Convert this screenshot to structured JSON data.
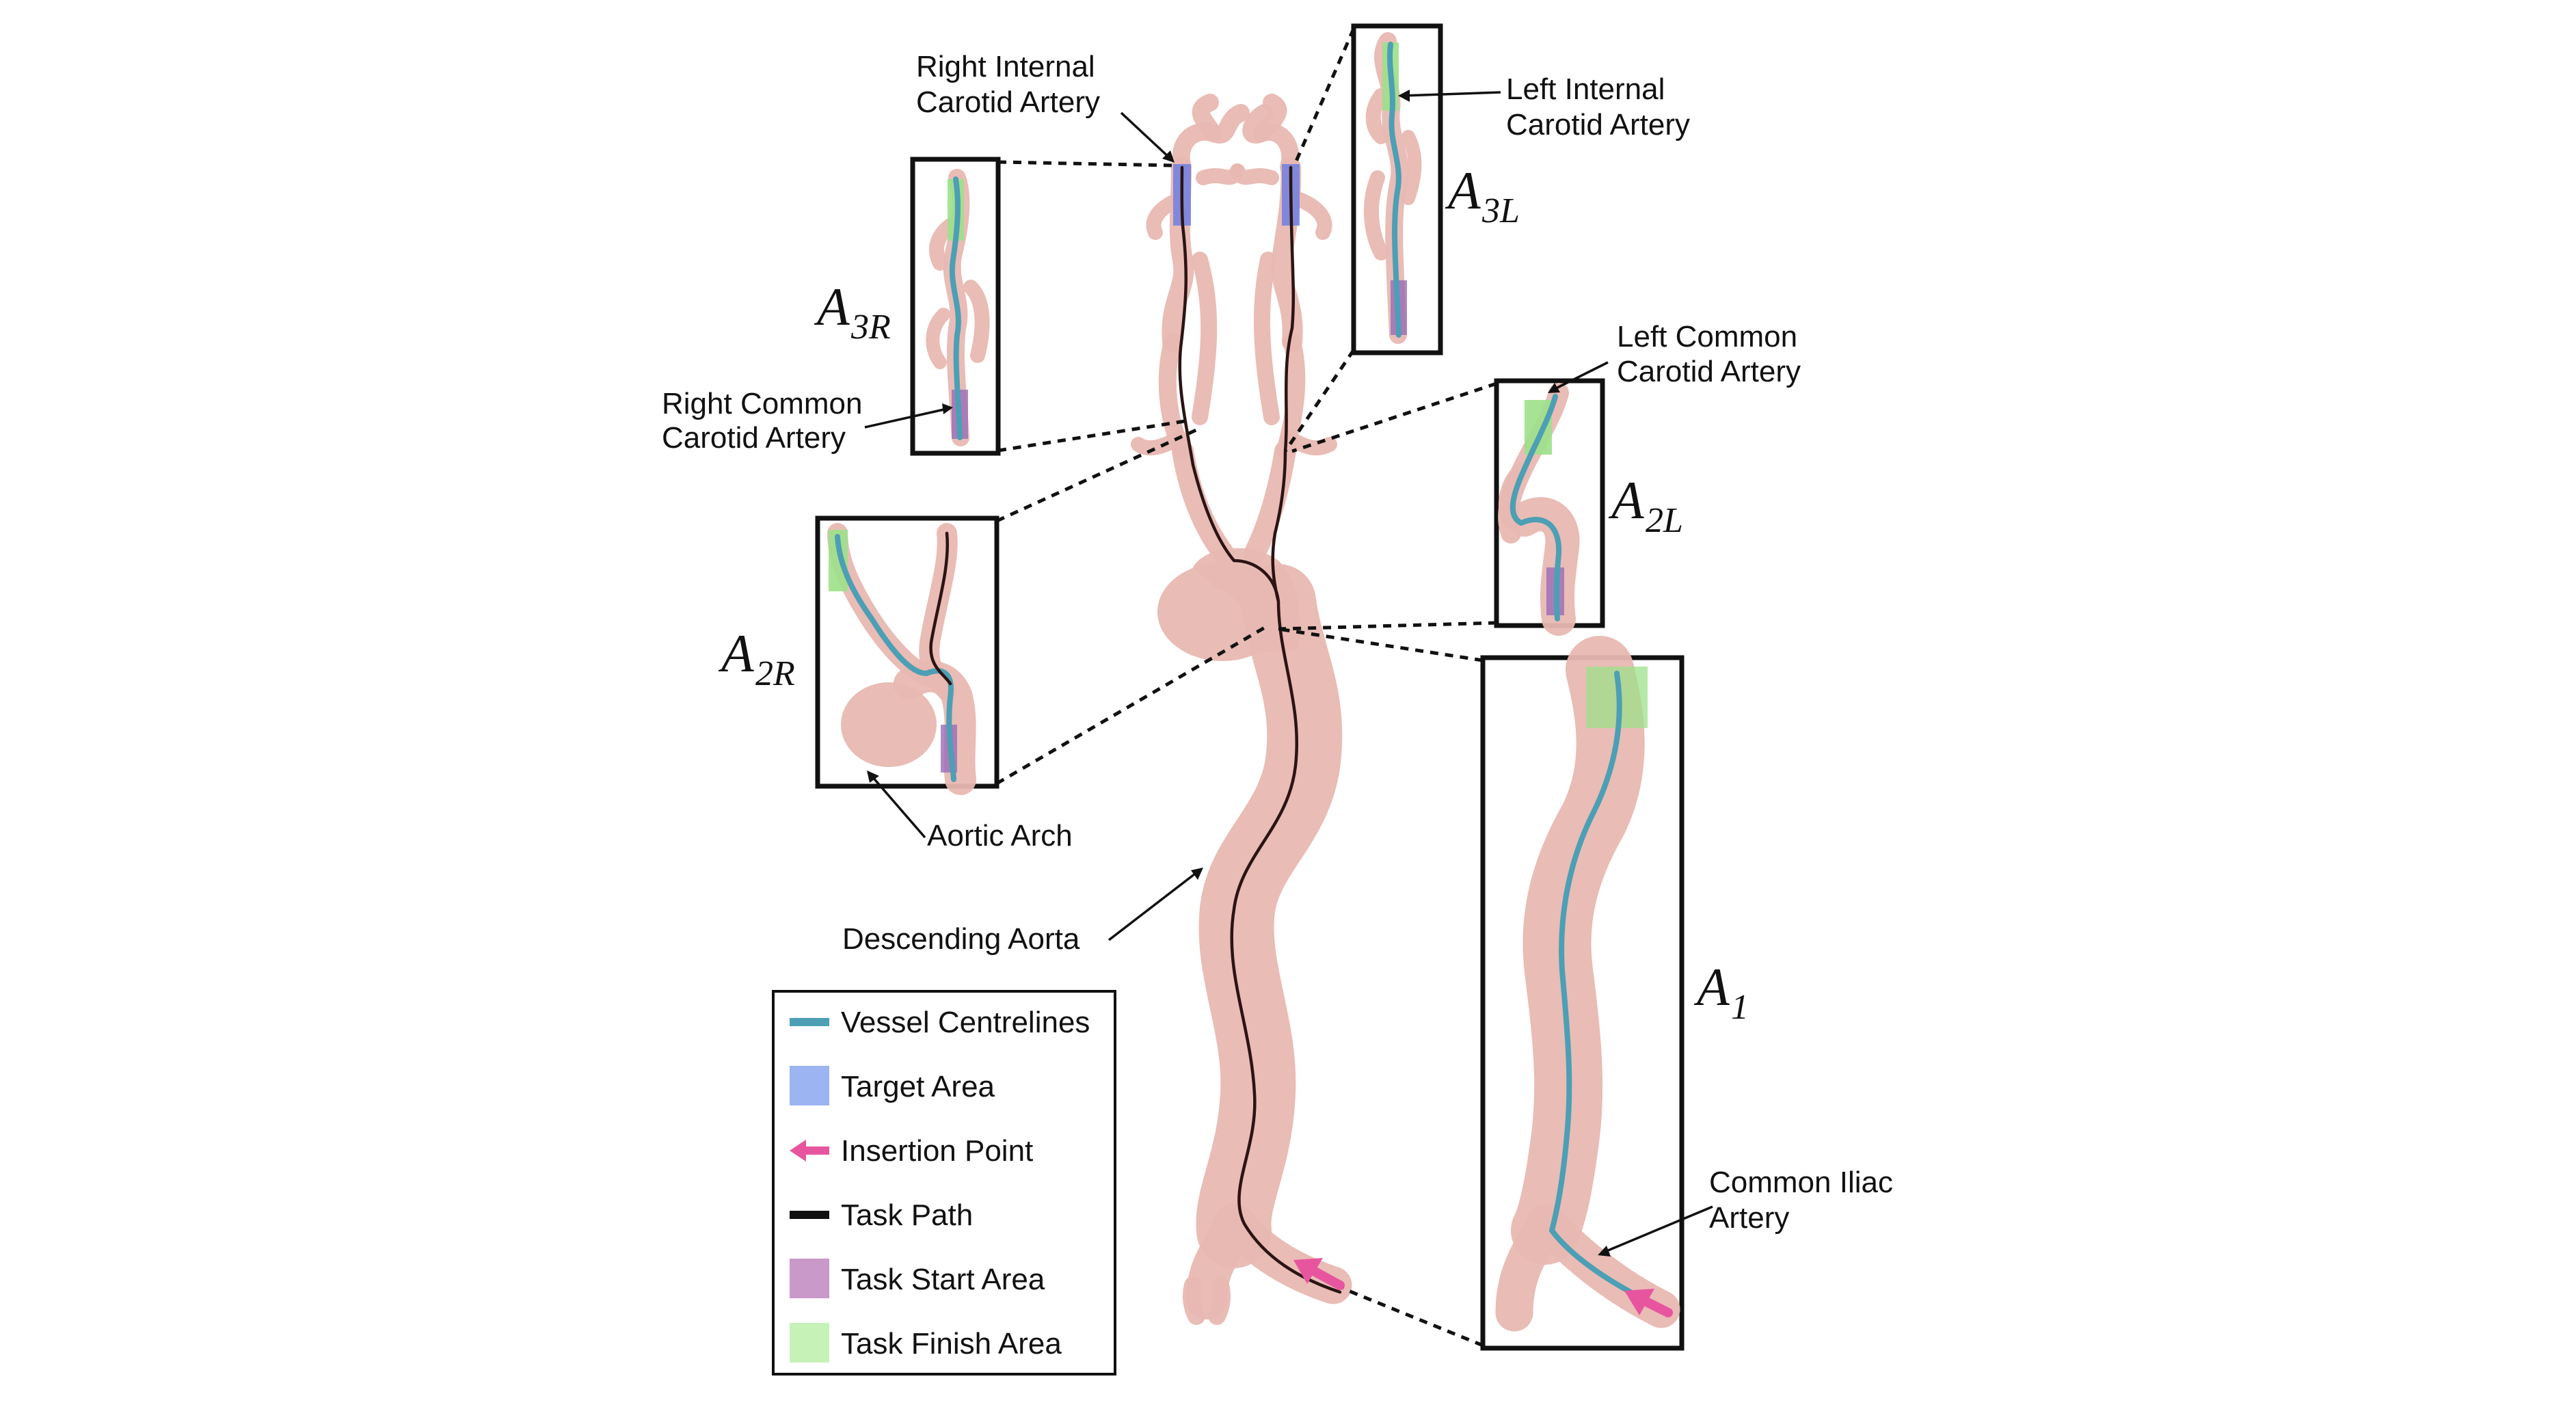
{
  "labels": {
    "right_internal_carotid": [
      "Right Internal",
      "Carotid Artery"
    ],
    "left_internal_carotid": [
      "Left Internal",
      "Carotid Artery"
    ],
    "right_common_carotid": [
      "Right Common",
      "Carotid Artery"
    ],
    "left_common_carotid": [
      "Left Common",
      "Carotid Artery"
    ],
    "aortic_arch": "Aortic Arch",
    "descending_aorta": "Descending Aorta",
    "common_iliac": [
      "Common Iliac",
      "Artery"
    ]
  },
  "panels": {
    "a3r": {
      "main": "A",
      "sub": "3R"
    },
    "a3l": {
      "main": "A",
      "sub": "3L"
    },
    "a2r": {
      "main": "A",
      "sub": "2R"
    },
    "a2l": {
      "main": "A",
      "sub": "2L"
    },
    "a1": {
      "main": "A",
      "sub": "1"
    }
  },
  "legend": {
    "items": [
      {
        "label": "Vessel Centrelines",
        "swatch": "line",
        "color": "#4c9fb4"
      },
      {
        "label": "Target Area",
        "swatch": "box",
        "color": "#9db4f2"
      },
      {
        "label": "Insertion Point",
        "swatch": "arrow",
        "color": "#e8559f"
      },
      {
        "label": "Task Path",
        "swatch": "line",
        "color": "#111111"
      },
      {
        "label": "Task Start Area",
        "swatch": "box",
        "color": "#c99ac9"
      },
      {
        "label": "Task Finish Area",
        "swatch": "box",
        "color": "#c6f2b8"
      }
    ]
  },
  "colors": {
    "vessel": "#e8b8b2",
    "target": "#6f7fe0",
    "start": "#9a6bb8",
    "finish": "#9de08a",
    "centreline": "#4c9fb4",
    "insertion": "#e8559f"
  }
}
